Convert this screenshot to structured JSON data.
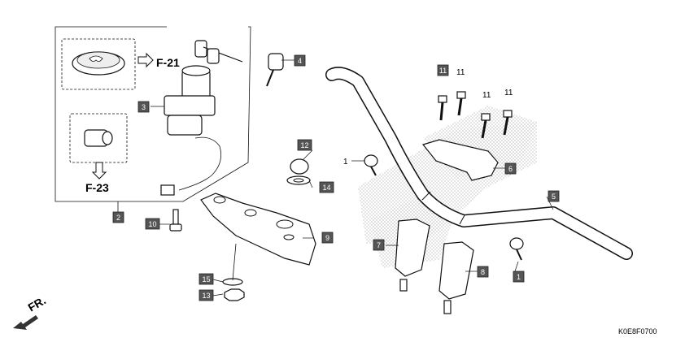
{
  "callouts": [
    {
      "num": "2"
    },
    {
      "num": "3"
    },
    {
      "num": "4"
    },
    {
      "num": "5"
    },
    {
      "num": "6"
    },
    {
      "num": "7"
    },
    {
      "num": "8"
    },
    {
      "num": "9"
    },
    {
      "num": "10"
    },
    {
      "num": "11"
    },
    {
      "num": "12"
    },
    {
      "num": "13"
    },
    {
      "num": "14"
    },
    {
      "num": "15"
    },
    {
      "num": "1"
    }
  ],
  "plain_labels": {
    "eleven_a": "11",
    "eleven_b": "11",
    "eleven_c": "11",
    "eleven_d": "11",
    "one": "1"
  },
  "references": {
    "f21": "F-21",
    "f23": "F-23"
  },
  "direction": "FR.",
  "diagram_code": "K0E8F0700"
}
